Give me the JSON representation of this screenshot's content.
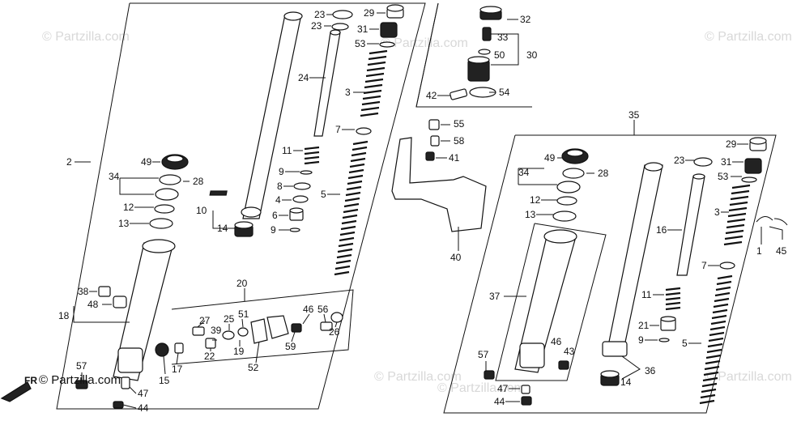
{
  "watermarks": [
    "© Partzilla.com",
    "© Partzilla.com",
    "© Partzilla.com",
    "© Partzilla.com",
    "© Partzilla.com",
    "© Partzilla.com"
  ],
  "brand": "© Partzilla.com",
  "front_marker": "FR",
  "callouts": [
    {
      "id": "c23a",
      "text": "23"
    },
    {
      "id": "c29a",
      "text": "29"
    },
    {
      "id": "c23b",
      "text": "23"
    },
    {
      "id": "c31a",
      "text": "31"
    },
    {
      "id": "c53a",
      "text": "53"
    },
    {
      "id": "c24",
      "text": "24"
    },
    {
      "id": "c3a",
      "text": "3"
    },
    {
      "id": "c7a",
      "text": "7"
    },
    {
      "id": "c11a",
      "text": "11"
    },
    {
      "id": "c9a",
      "text": "9"
    },
    {
      "id": "c8",
      "text": "8"
    },
    {
      "id": "c4",
      "text": "4"
    },
    {
      "id": "c6",
      "text": "6"
    },
    {
      "id": "c9b",
      "text": "9"
    },
    {
      "id": "c5a",
      "text": "5"
    },
    {
      "id": "c10",
      "text": "10"
    },
    {
      "id": "c14a",
      "text": "14"
    },
    {
      "id": "c2",
      "text": "2"
    },
    {
      "id": "c49a",
      "text": "49"
    },
    {
      "id": "c34a",
      "text": "34"
    },
    {
      "id": "c28a",
      "text": "28"
    },
    {
      "id": "c12a",
      "text": "12"
    },
    {
      "id": "c13a",
      "text": "13"
    },
    {
      "id": "c32",
      "text": "32"
    },
    {
      "id": "c33",
      "text": "33"
    },
    {
      "id": "c50",
      "text": "50"
    },
    {
      "id": "c30",
      "text": "30"
    },
    {
      "id": "c42",
      "text": "42"
    },
    {
      "id": "c54",
      "text": "54"
    },
    {
      "id": "c55",
      "text": "55"
    },
    {
      "id": "c58",
      "text": "58"
    },
    {
      "id": "c41",
      "text": "41"
    },
    {
      "id": "c40",
      "text": "40"
    },
    {
      "id": "c35",
      "text": "35"
    },
    {
      "id": "c49b",
      "text": "49"
    },
    {
      "id": "c34b",
      "text": "34"
    },
    {
      "id": "c28b",
      "text": "28"
    },
    {
      "id": "c12b",
      "text": "12"
    },
    {
      "id": "c13b",
      "text": "13"
    },
    {
      "id": "c23c",
      "text": "23"
    },
    {
      "id": "c29b",
      "text": "29"
    },
    {
      "id": "c31b",
      "text": "31"
    },
    {
      "id": "c53b",
      "text": "53"
    },
    {
      "id": "c3b",
      "text": "3"
    },
    {
      "id": "c1",
      "text": "1"
    },
    {
      "id": "c45",
      "text": "45"
    },
    {
      "id": "c16",
      "text": "16"
    },
    {
      "id": "c7b",
      "text": "7"
    },
    {
      "id": "c37",
      "text": "37"
    },
    {
      "id": "c11b",
      "text": "11"
    },
    {
      "id": "c21",
      "text": "21"
    },
    {
      "id": "c9c",
      "text": "9"
    },
    {
      "id": "c5b",
      "text": "5"
    },
    {
      "id": "c46b",
      "text": "46"
    },
    {
      "id": "c43",
      "text": "43"
    },
    {
      "id": "c57b",
      "text": "57"
    },
    {
      "id": "c36",
      "text": "36"
    },
    {
      "id": "c14b",
      "text": "14"
    },
    {
      "id": "c47b",
      "text": "47"
    },
    {
      "id": "c44b",
      "text": "44"
    },
    {
      "id": "c20",
      "text": "20"
    },
    {
      "id": "c38",
      "text": "38"
    },
    {
      "id": "c48",
      "text": "48"
    },
    {
      "id": "c18",
      "text": "18"
    },
    {
      "id": "c27",
      "text": "27"
    },
    {
      "id": "c25",
      "text": "25"
    },
    {
      "id": "c51",
      "text": "51"
    },
    {
      "id": "c39",
      "text": "39"
    },
    {
      "id": "c22",
      "text": "22"
    },
    {
      "id": "c19",
      "text": "19"
    },
    {
      "id": "c52",
      "text": "52"
    },
    {
      "id": "c46a",
      "text": "46"
    },
    {
      "id": "c56",
      "text": "56"
    },
    {
      "id": "c26",
      "text": "26"
    },
    {
      "id": "c59",
      "text": "59"
    },
    {
      "id": "c15",
      "text": "15"
    },
    {
      "id": "c17",
      "text": "17"
    },
    {
      "id": "c57a",
      "text": "57"
    },
    {
      "id": "c47a",
      "text": "47"
    },
    {
      "id": "c44a",
      "text": "44"
    }
  ]
}
